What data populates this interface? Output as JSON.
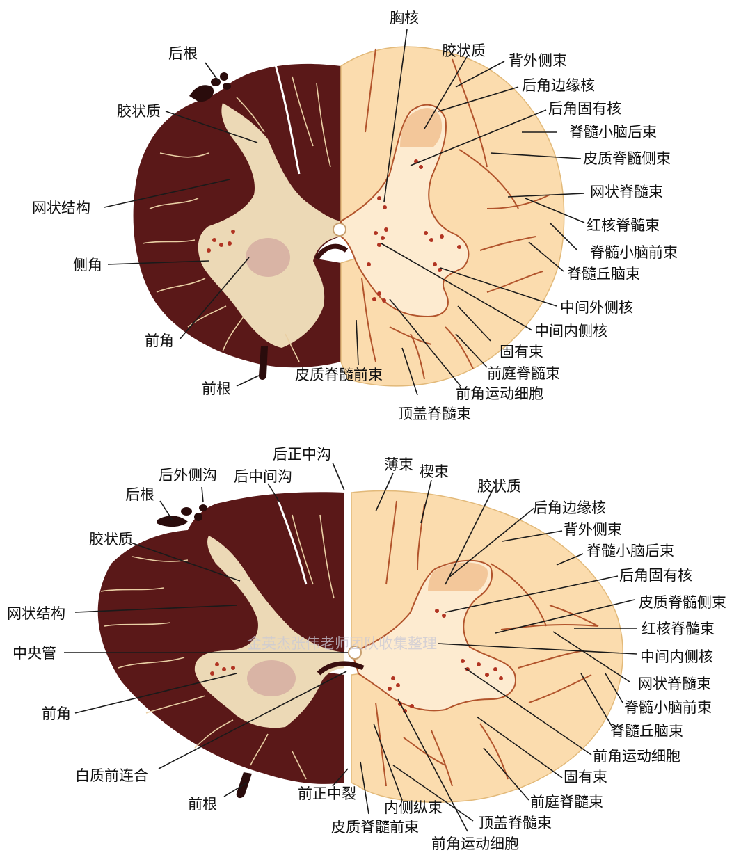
{
  "colors": {
    "white_matter_dark": "#5a1818",
    "white_matter_light": "#fbdcae",
    "gray_matter": "#ecd9b6",
    "tract_line": "#b2542c",
    "cell_dots": "#b13422",
    "label_text": "#111111"
  },
  "top_section": {
    "labels": [
      {
        "id": "t_xiongHe",
        "text": "胸核"
      },
      {
        "id": "t_houGen",
        "text": "后根"
      },
      {
        "id": "t_jiaoZhuangZhiL",
        "text": "胶状质"
      },
      {
        "id": "t_wangZhuangJieGou",
        "text": "网状结构"
      },
      {
        "id": "t_ceJiao",
        "text": "侧角"
      },
      {
        "id": "t_qianJiao",
        "text": "前角"
      },
      {
        "id": "t_qianGen",
        "text": "前根"
      },
      {
        "id": "t_piZhiJiSuiQianShu",
        "text": "皮质脊髓前束"
      },
      {
        "id": "t_dingGaiJiSuiShu",
        "text": "顶盖脊髓束"
      },
      {
        "id": "t_qianJiaoYunDong",
        "text": "前角运动细胞"
      },
      {
        "id": "t_qianTingJiSuiShu",
        "text": "前庭脊髓束"
      },
      {
        "id": "t_guYouShu",
        "text": "固有束"
      },
      {
        "id": "t_zhongJianNeiCeHe",
        "text": "中间内侧核"
      },
      {
        "id": "t_zhongJianWaiCeHe",
        "text": "中间外侧核"
      },
      {
        "id": "t_jiSuiQiuNaoShu",
        "text": "脊髓丘脑束"
      },
      {
        "id": "t_jiSuiXiaoNaoQianShu",
        "text": "脊髓小脑前束"
      },
      {
        "id": "t_hongHeJiSuiShu",
        "text": "红核脊髓束"
      },
      {
        "id": "t_wangZhuangJiSuiShu",
        "text": "网状脊髓束"
      },
      {
        "id": "t_piZhiJiSuiCeShu",
        "text": "皮质脊髓侧束"
      },
      {
        "id": "t_jiSuiXiaoNaoHouShu",
        "text": "脊髓小脑后束"
      },
      {
        "id": "t_houJiaoGuYouHe",
        "text": "后角固有核"
      },
      {
        "id": "t_houJiaoBianYuanHe",
        "text": "后角边缘核"
      },
      {
        "id": "t_beiWaiCeShu",
        "text": "背外侧束"
      },
      {
        "id": "t_jiaoZhuangZhiR",
        "text": "胶状质"
      }
    ]
  },
  "bottom_section": {
    "labels": [
      {
        "id": "b_houZhengZhongGou",
        "text": "后正中沟"
      },
      {
        "id": "b_houWaiCeGou",
        "text": "后外侧沟"
      },
      {
        "id": "b_houZhongJianGou",
        "text": "后中间沟"
      },
      {
        "id": "b_houGen",
        "text": "后根"
      },
      {
        "id": "b_jiaoZhuangZhiL",
        "text": "胶状质"
      },
      {
        "id": "b_wangZhuangJieGou",
        "text": "网状结构"
      },
      {
        "id": "b_zhongYangGuan",
        "text": "中央管"
      },
      {
        "id": "b_qianJiao",
        "text": "前角"
      },
      {
        "id": "b_baiZhiQianLianHe",
        "text": "白质前连合"
      },
      {
        "id": "b_qianGen",
        "text": "前根"
      },
      {
        "id": "b_qianZhengZhongLie",
        "text": "前正中裂"
      },
      {
        "id": "b_piZhiJiSuiQianShu",
        "text": "皮质脊髓前束"
      },
      {
        "id": "b_neiCeZongShu",
        "text": "内侧纵束"
      },
      {
        "id": "b_qianJiaoYunDong1",
        "text": "前角运动细胞"
      },
      {
        "id": "b_dingGaiJiSuiShu",
        "text": "顶盖脊髓束"
      },
      {
        "id": "b_qianTingJiSuiShu",
        "text": "前庭脊髓束"
      },
      {
        "id": "b_guYouShu",
        "text": "固有束"
      },
      {
        "id": "b_qianJiaoYunDong2",
        "text": "前角运动细胞"
      },
      {
        "id": "b_jiSuiQiuNaoShu",
        "text": "脊髓丘脑束"
      },
      {
        "id": "b_jiSuiXiaoNaoQianShu",
        "text": "脊髓小脑前束"
      },
      {
        "id": "b_wangZhuangJiSuiShu",
        "text": "网状脊髓束"
      },
      {
        "id": "b_zhongJianNeiCeHe",
        "text": "中间内侧核"
      },
      {
        "id": "b_hongHeJiSuiShu",
        "text": "红核脊髓束"
      },
      {
        "id": "b_piZhiJiSuiCeShu",
        "text": "皮质脊髓侧束"
      },
      {
        "id": "b_houJiaoGuYouHe",
        "text": "后角固有核"
      },
      {
        "id": "b_jiSuiXiaoNaoHouShu",
        "text": "脊髓小脑后束"
      },
      {
        "id": "b_beiWaiCeShu",
        "text": "背外侧束"
      },
      {
        "id": "b_houJiaoBianYuanHe",
        "text": "后角边缘核"
      },
      {
        "id": "b_jiaoZhuangZhiR",
        "text": "胶状质"
      },
      {
        "id": "b_xieShu",
        "text": "楔束"
      },
      {
        "id": "b_baoShu",
        "text": "薄束"
      }
    ],
    "watermark": "金英杰张伟老师团队收集整理"
  }
}
